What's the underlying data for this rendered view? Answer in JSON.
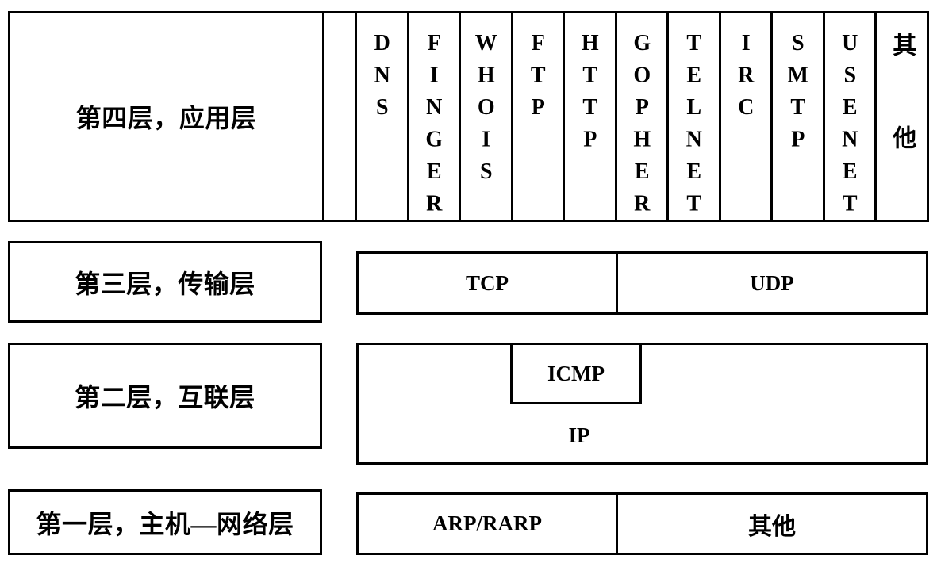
{
  "layers": {
    "application": {
      "label": "第四层，应用层",
      "protocols": [
        "DNS",
        "FINGER",
        "WHOIS",
        "FTP",
        "HTTP",
        "GOPHER",
        "TELNET",
        "IRC",
        "SMTP",
        "USENET",
        "其他"
      ]
    },
    "transport": {
      "label": "第三层，传输层",
      "protocols": [
        "TCP",
        "UDP"
      ]
    },
    "internet": {
      "label": "第二层，互联层",
      "protocols": [
        "ICMP",
        "IP"
      ]
    },
    "link": {
      "label": "第一层，主机—网络层",
      "protocols": [
        "ARP/RARP",
        "其他"
      ]
    }
  },
  "colors": {
    "line": "#000000",
    "background": "#ffffff"
  }
}
